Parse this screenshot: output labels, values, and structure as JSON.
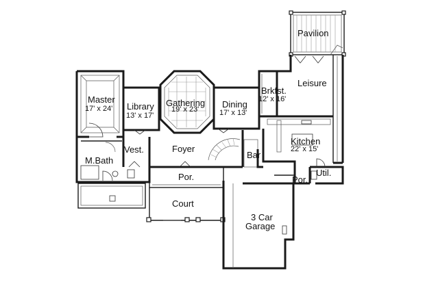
{
  "plan": {
    "rooms": [
      {
        "id": "pavilion",
        "name": "Pavilion",
        "dim": ""
      },
      {
        "id": "leisure",
        "name": "Leisure",
        "dim": ""
      },
      {
        "id": "brkfst",
        "name": "Brkfst.",
        "dim": "12' x 16'"
      },
      {
        "id": "master",
        "name": "Master",
        "dim": "17' x 24'"
      },
      {
        "id": "library",
        "name": "Library",
        "dim": "13' x 17'"
      },
      {
        "id": "gathering",
        "name": "Gathering",
        "dim": "19' x 23'"
      },
      {
        "id": "dining",
        "name": "Dining",
        "dim": "17' x 13'"
      },
      {
        "id": "kitchen",
        "name": "Kitchen",
        "dim": "22' x 15'"
      },
      {
        "id": "vest",
        "name": "Vest.",
        "dim": ""
      },
      {
        "id": "foyer",
        "name": "Foyer",
        "dim": ""
      },
      {
        "id": "bar",
        "name": "Bar",
        "dim": ""
      },
      {
        "id": "mbath",
        "name": "M.Bath",
        "dim": ""
      },
      {
        "id": "por1",
        "name": "Por.",
        "dim": ""
      },
      {
        "id": "por2",
        "name": "Por.",
        "dim": ""
      },
      {
        "id": "util",
        "name": "Util.",
        "dim": ""
      },
      {
        "id": "court",
        "name": "Court",
        "dim": ""
      },
      {
        "id": "garage",
        "name": "3 Car",
        "dim": "Garage"
      }
    ]
  }
}
